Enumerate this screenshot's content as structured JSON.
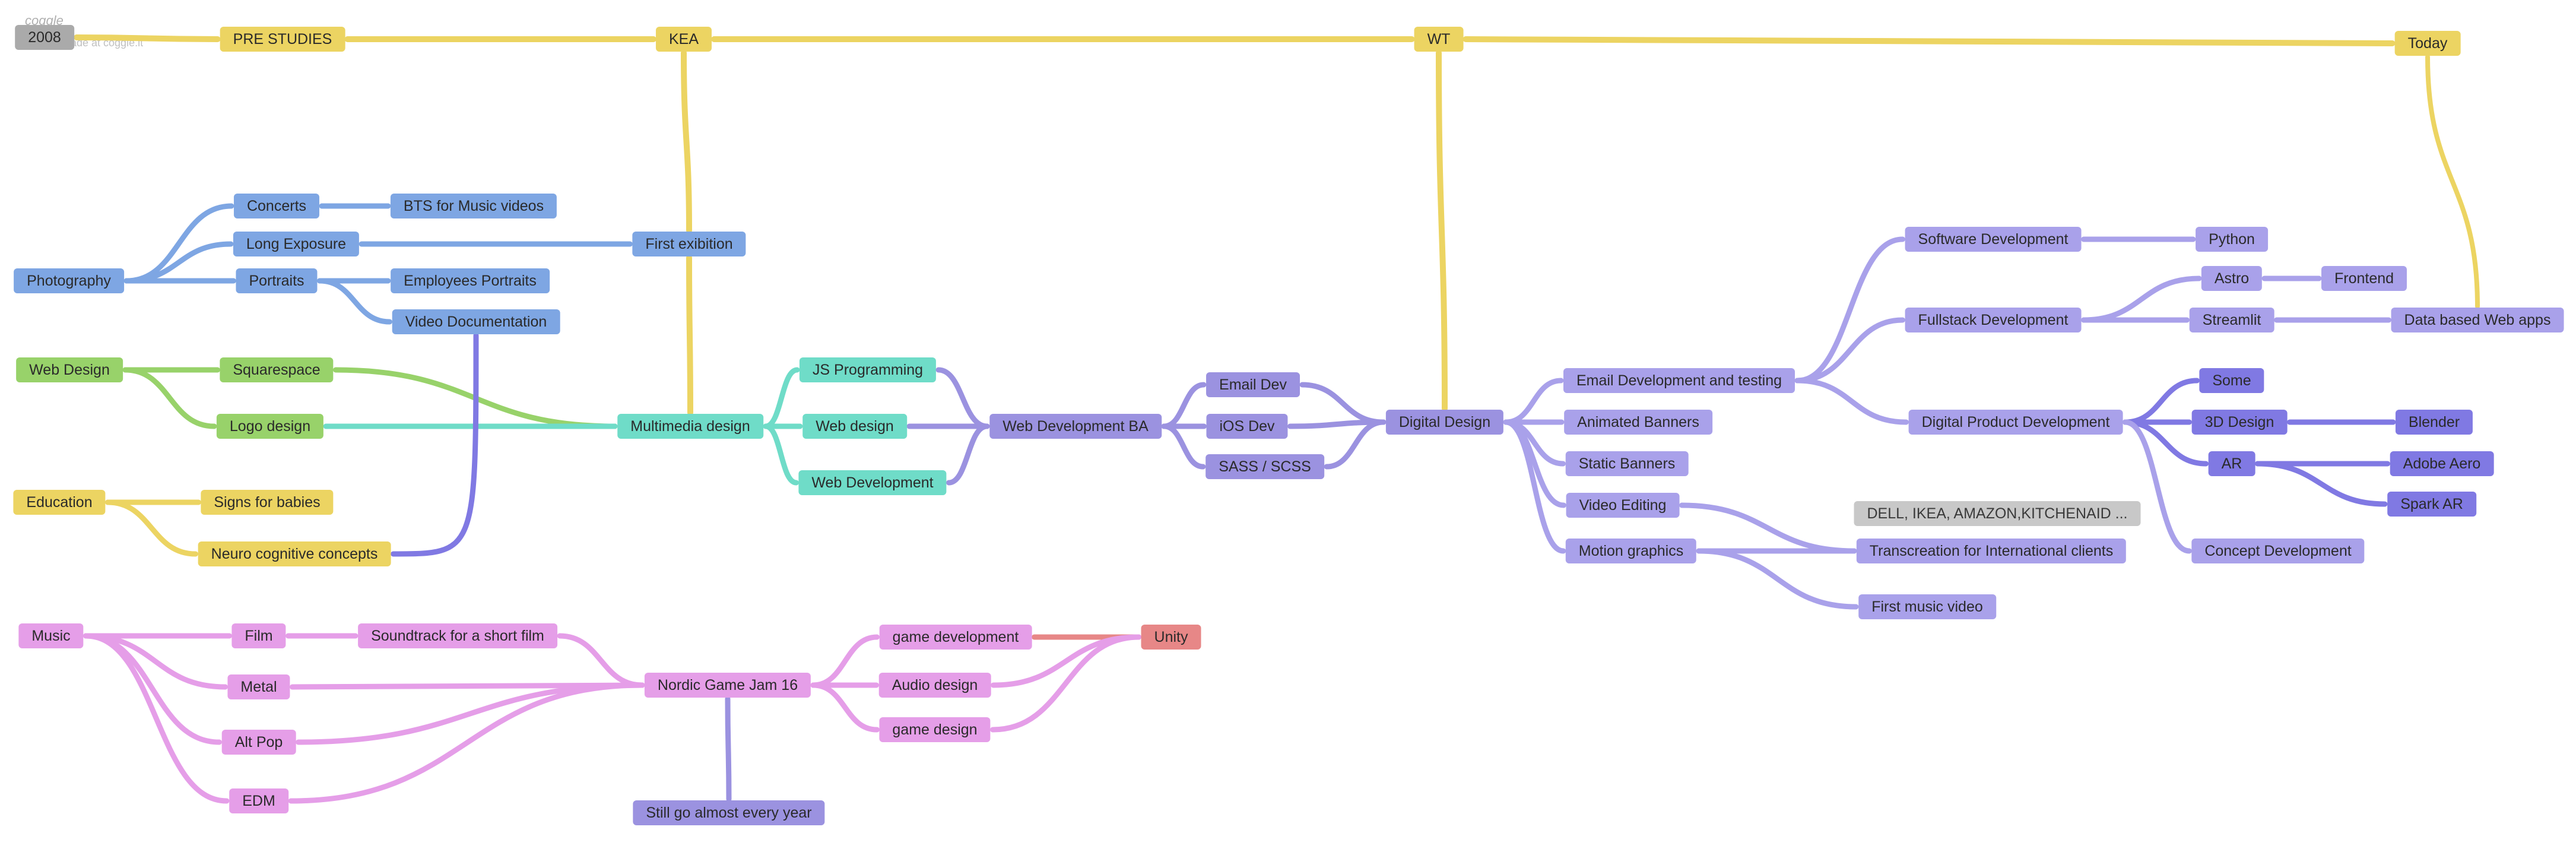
{
  "branding": {
    "logo": "coggle",
    "subtitle": "made at coggle.it"
  },
  "colors": {
    "yellow": "#ecd462",
    "blue": "#7ea6e3",
    "green": "#98d26a",
    "teal": "#6fdcc8",
    "purple": "#9b92e0",
    "lavender": "#a9a1ea",
    "violet": "#8079e3",
    "pink": "#e59ee8",
    "red": "#e78787",
    "gray": "#aaaaaa",
    "lightgray": "#c8c8c8"
  },
  "nodes": {
    "y2008": "2008",
    "prestudies": "PRE STUDIES",
    "kea": "KEA",
    "wt": "WT",
    "today": "Today",
    "photography": "Photography",
    "concerts": "Concerts",
    "bts": "BTS for Music videos",
    "longexp": "Long Exposure",
    "firstexh": "First exibition",
    "portraits": "Portraits",
    "employees": "Employees Portraits",
    "videodoc": "Video Documentation",
    "webdesignL": "Web Design",
    "squarespace": "Squarespace",
    "logodesign": "Logo design",
    "multimedia": "Multimedia design",
    "jsprog": "JS Programming",
    "webdesign2": "Web design",
    "webdev": "Web Development",
    "wdba": "Web Development BA",
    "emaildev": "Email Dev",
    "iosdev": "iOS Dev",
    "sass": "SASS / SCSS",
    "digitaldesign": "Digital Design",
    "education": "Education",
    "signs": "Signs for babies",
    "neuro": "Neuro cognitive concepts",
    "emaildevtest": "Email Development and testing",
    "animbanners": "Animated Banners",
    "staticbanners": "Static Banners",
    "videoediting": "Video Editing",
    "motiongraphics": "Motion graphics",
    "dell": "DELL, IKEA, AMAZON,KITCHENAID ...",
    "transcreation": "Transcreation for International clients",
    "firstmusicvideo": "First music video",
    "softwaredev": "Software Development",
    "python": "Python",
    "fullstack": "Fullstack Development",
    "astro": "Astro",
    "frontend": "Frontend",
    "streamlit": "Streamlit",
    "databased": "Data based Web apps",
    "digitalproduct": "Digital Product Development",
    "some": "Some",
    "threed": "3D Design",
    "blender": "Blender",
    "ar": "AR",
    "adobeaero": "Adobe Aero",
    "sparkar": "Spark AR",
    "concept": "Concept Development",
    "music": "Music",
    "film": "Film",
    "soundtrack": "Soundtrack for a short film",
    "metal": "Metal",
    "altpop": "Alt Pop",
    "edm": "EDM",
    "nordic": "Nordic Game Jam 16",
    "gamedev": "game development",
    "audiodesign": "Audio design",
    "gamedesign": "game design",
    "unity": "Unity",
    "stillgo": "Still go almost every year"
  }
}
